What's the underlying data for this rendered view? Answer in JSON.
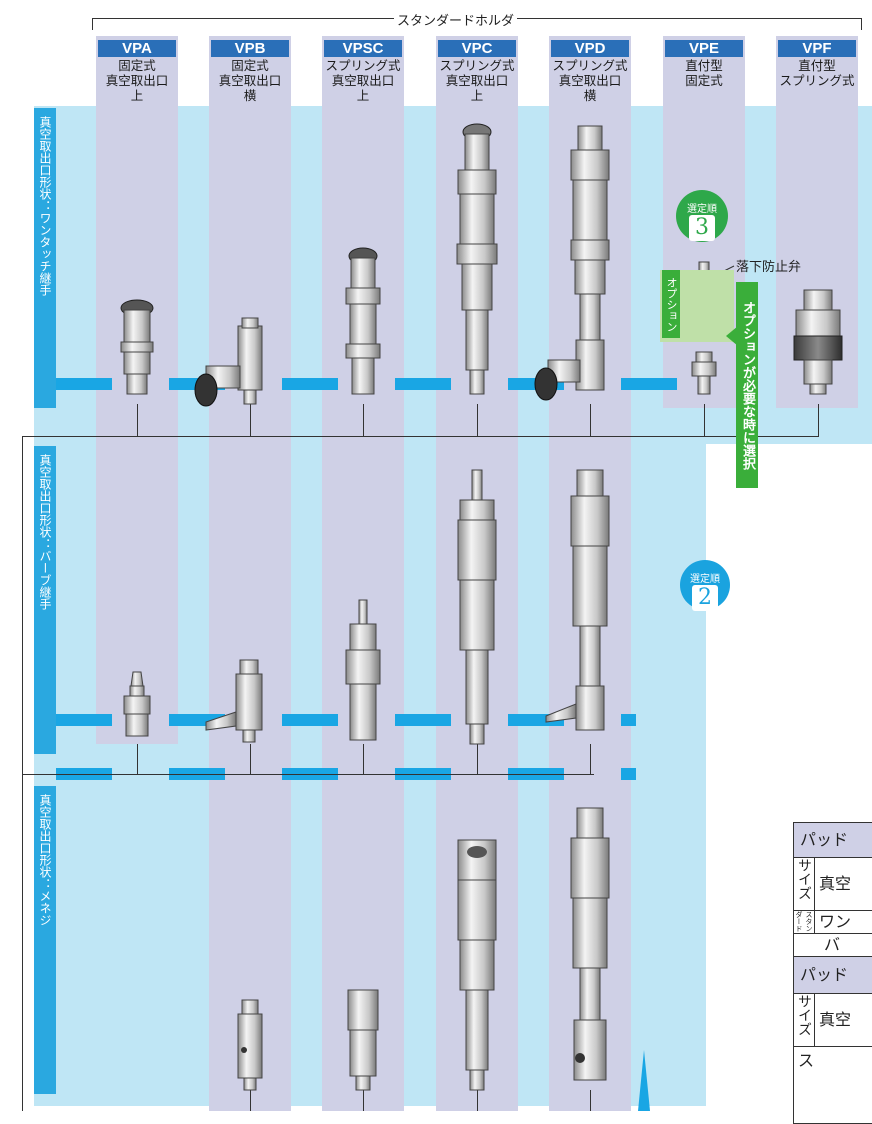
{
  "header": {
    "bracket_label": "スタンダードホルダ"
  },
  "columns": [
    {
      "code": "VPA",
      "desc": [
        "固定式",
        "真空取出口",
        "上"
      ]
    },
    {
      "code": "VPB",
      "desc": [
        "固定式",
        "真空取出口",
        "横"
      ]
    },
    {
      "code": "VPSC",
      "desc": [
        "スプリング式",
        "真空取出口",
        "上"
      ]
    },
    {
      "code": "VPC",
      "desc": [
        "スプリング式",
        "真空取出口",
        "上"
      ]
    },
    {
      "code": "VPD",
      "desc": [
        "スプリング式",
        "真空取出口",
        "横"
      ]
    },
    {
      "code": "VPE",
      "desc": [
        "直付型",
        "固定式"
      ]
    },
    {
      "code": "VPF",
      "desc": [
        "直付型",
        "スプリング式"
      ]
    }
  ],
  "rows": [
    {
      "label": "真空取出口形状：ワンタッチ継手"
    },
    {
      "label": "真空取出口形状：バーブ継手"
    },
    {
      "label": "真空取出口形状：メネジ"
    }
  ],
  "badges": [
    {
      "caption": "選定順",
      "number": "3"
    },
    {
      "caption": "選定順",
      "number": "2"
    }
  ],
  "option": {
    "tag": "オプション",
    "valve_label": "落下防止弁",
    "banner": "オプションが必要な時に選択"
  },
  "table": {
    "rows": [
      "パッド",
      "サイズ",
      "真空",
      "スタンダード",
      "ワン",
      "バ",
      "パッド",
      "サイズ",
      "真空",
      "ス"
    ]
  },
  "colors": {
    "accent_blue": "#2a6fb8",
    "band": "#bfe6f5",
    "column": "#cfd0e6",
    "connector": "#19a6e4",
    "option_green": "#3aae3a",
    "badge_green": "#2ea84a",
    "badge_blue": "#1aa3df"
  }
}
